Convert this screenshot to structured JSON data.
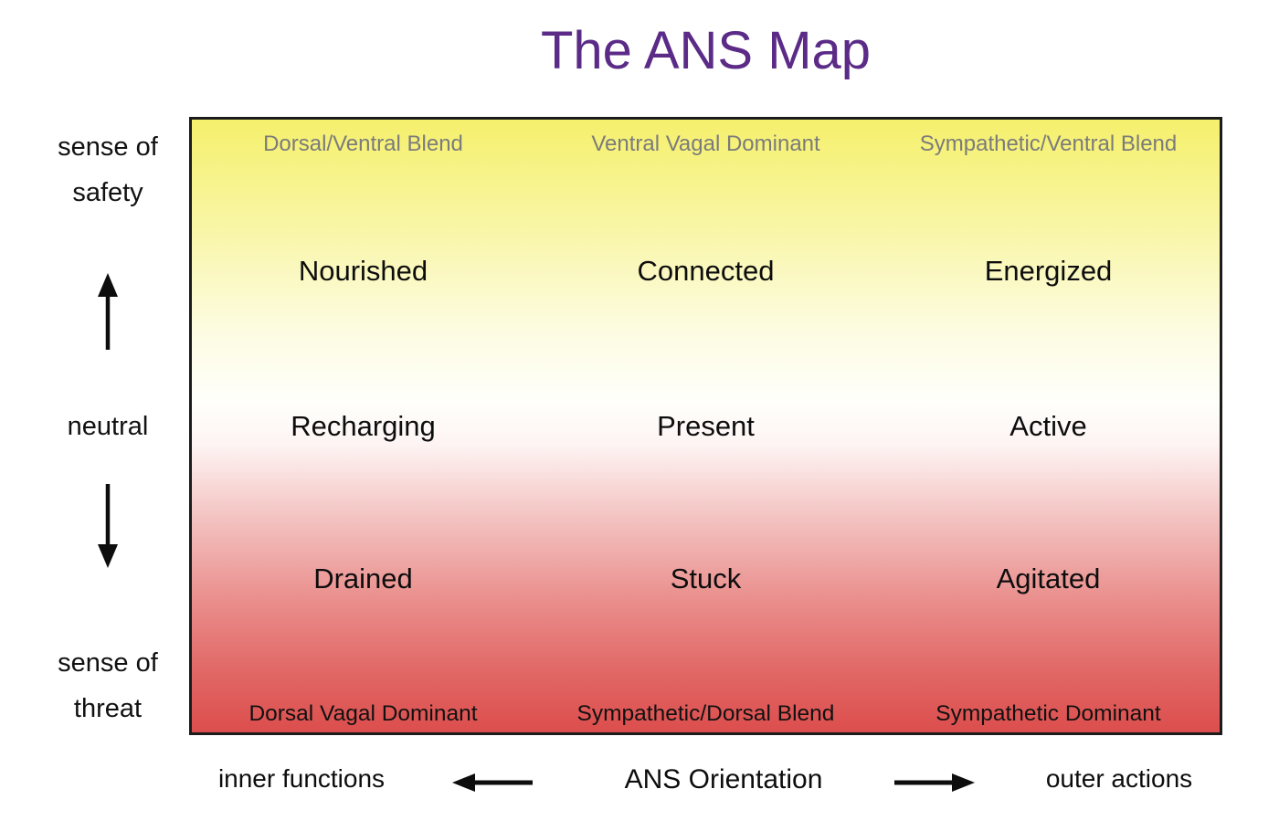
{
  "title": "The ANS Map",
  "colors": {
    "title_purple": "#5b2b87",
    "top_label_gray": "#7b7b7b",
    "gradient_top_yellow": "#f5f06c",
    "gradient_middle_white": "#fffffb",
    "gradient_bottom_red": "#dc4e4d",
    "text_black": "#0d0d0d"
  },
  "y_axis": {
    "top_label_lines": [
      "sense of",
      "safety"
    ],
    "mid_label": "neutral",
    "bottom_label_lines": [
      "sense of",
      "threat"
    ],
    "icons": [
      "up-arrow",
      "down-arrow"
    ]
  },
  "map": {
    "top_labels": [
      "Dorsal/Ventral Blend",
      "Ventral Vagal Dominant",
      "Sympathetic/Ventral Blend"
    ],
    "states": [
      [
        "Nourished",
        "Connected",
        "Energized"
      ],
      [
        "Recharging",
        "Present",
        "Active"
      ],
      [
        "Drained",
        "Stuck",
        "Agitated"
      ]
    ],
    "bottom_labels": [
      "Dorsal Vagal Dominant",
      "Sympathetic/Dorsal Blend",
      "Sympathetic Dominant"
    ]
  },
  "x_axis": {
    "left_label": "inner functions",
    "center_label": "ANS Orientation",
    "right_label": "outer actions",
    "icons": [
      "left-arrow",
      "right-arrow"
    ]
  }
}
